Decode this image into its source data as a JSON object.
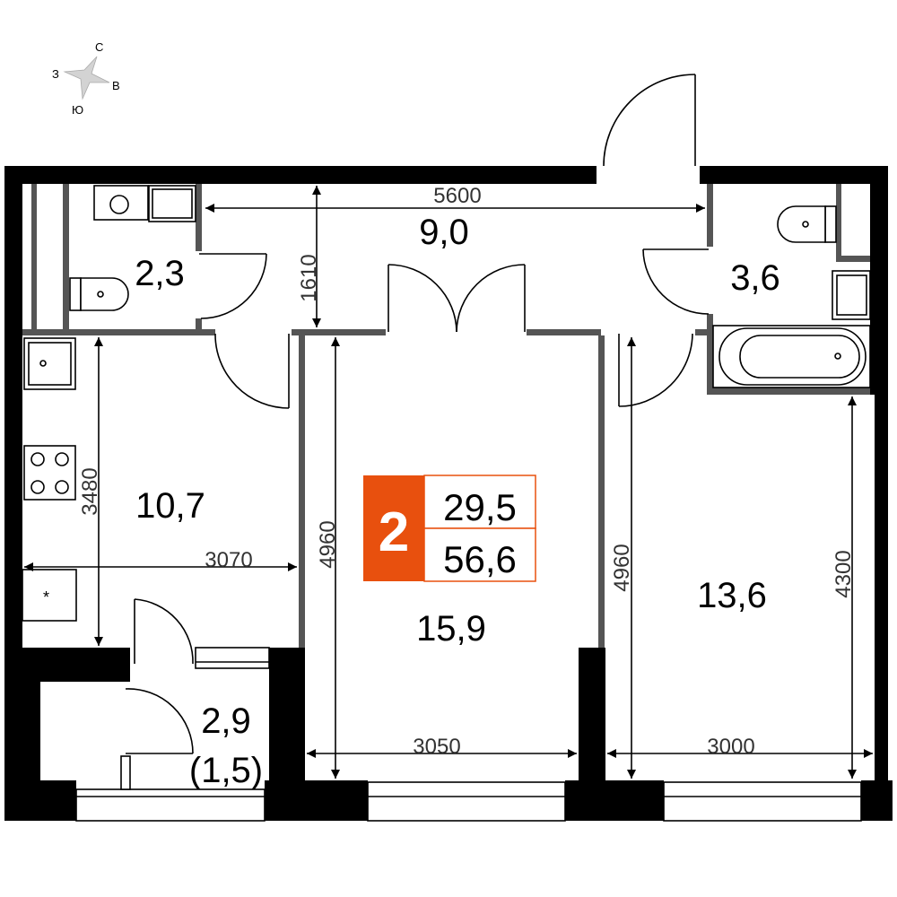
{
  "compass": {
    "north": "С",
    "west": "З",
    "east": "В",
    "south": "Ю"
  },
  "badge": {
    "rooms": "2",
    "living_area": "29,5",
    "total_area": "56,6",
    "accent_color": "#E8500E"
  },
  "rooms": {
    "hall": "9,0",
    "bathroom_small": "2,3",
    "bathroom_large": "3,6",
    "kitchen": "10,7",
    "living_room": "15,9",
    "bedroom": "13,6",
    "balcony": "2,9",
    "balcony_reduced": "(1,5)"
  },
  "dimensions": {
    "hall_width": "5600",
    "hall_depth": "1610",
    "kitchen_depth": "3480",
    "kitchen_width": "3070",
    "living_depth": "4960",
    "living_width": "3050",
    "bedroom_depth": "4960",
    "bedroom_depth_short": "4300",
    "bedroom_width": "3000"
  }
}
